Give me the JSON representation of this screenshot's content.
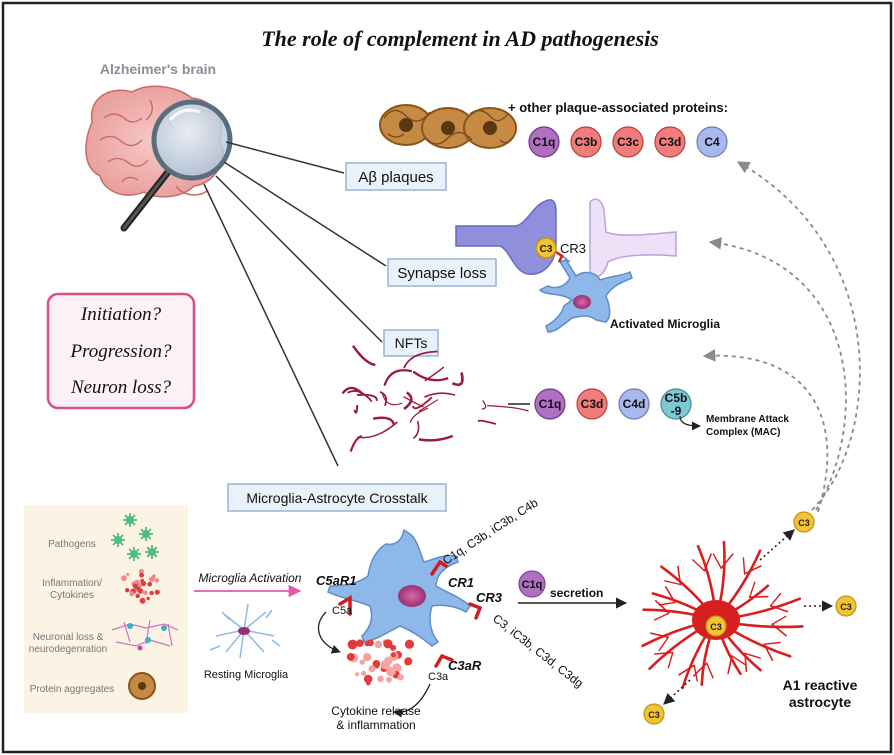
{
  "title": "The role of complement in AD pathogenesis",
  "brain_label": "Alzheimer's brain",
  "questions": [
    "Initiation?",
    "Progression?",
    "Neuron loss?"
  ],
  "plaques": {
    "label": "Aβ plaques",
    "other_proteins_label": "+ other plaque-associated proteins:",
    "proteins": [
      {
        "label": "C1q",
        "color": "#b06fc2"
      },
      {
        "label": "C3b",
        "color": "#f07c7c"
      },
      {
        "label": "C3c",
        "color": "#f07c7c"
      },
      {
        "label": "C3d",
        "color": "#f07c7c"
      },
      {
        "label": "C4",
        "color": "#a9b8ee"
      }
    ]
  },
  "synapse": {
    "label": "Synapse loss",
    "c3": "C3",
    "cr3": "CR3",
    "microglia_label": "Activated Microglia"
  },
  "nfts": {
    "label": "NFTs",
    "proteins": [
      {
        "label": "C1q",
        "color": "#b06fc2"
      },
      {
        "label": "C3d",
        "color": "#f07c7c"
      },
      {
        "label": "C4d",
        "color": "#a9b8ee"
      },
      {
        "label": "C5b\n-9",
        "color": "#7ec8d6"
      }
    ],
    "mac_label_1": "Membrane Attack",
    "mac_label_2": "Complex (MAC)"
  },
  "crosstalk": {
    "label": "Microglia-Astrocyte Crosstalk",
    "triggers": [
      "Pathogens",
      "Inflammation/\nCytokines",
      "Neuronal loss &\nneurodegenration",
      "Protein aggregates"
    ],
    "activation_label": "Microglia Activation",
    "resting_label": "Resting Microglia",
    "receptors": {
      "c5ar1": "C5aR1",
      "c5a": "C5a",
      "cr1": "CR1",
      "cr1_ligands": "C1q, C3b, iC3b, C4b",
      "cr3": "CR3",
      "cr3_ligands": "C3, iC3b, C3d, C3dg",
      "c3ar": "C3aR",
      "c3a": "C3a"
    },
    "cytokine_label": "Cytokine release\n& inflammation",
    "secretion_c1q": "C1q",
    "secretion_label": "secretion",
    "astrocyte_label": "A1 reactive\nastrocyte",
    "c3": "C3"
  },
  "colors": {
    "border": "#222222",
    "label_box_fill": "#e9f1fb",
    "label_box_stroke": "#9bb4d4",
    "question_stroke": "#d94f8e",
    "question_fill": "#fdf1f6",
    "trigger_panel": "#fbf4e4",
    "astrocyte": "#d81f1f",
    "microglia": "#8fb8ea",
    "tangle": "#9a1b3c",
    "plaque": "#b57a33",
    "c3_fill": "#f3c333",
    "arrow_pink": "#e45aa6"
  }
}
